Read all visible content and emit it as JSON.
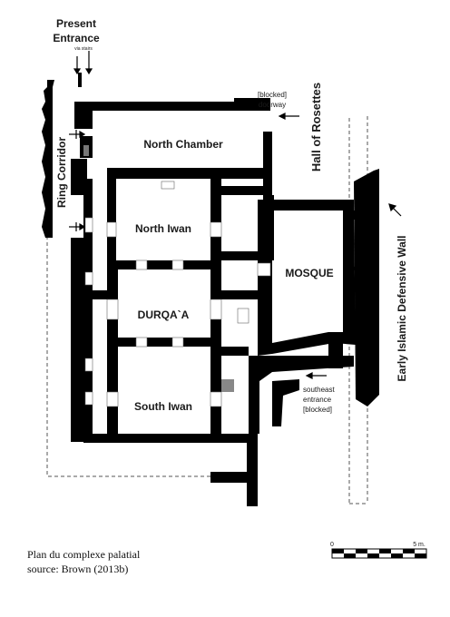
{
  "labels": {
    "present_entrance_1": "Present",
    "present_entrance_2": "Entrance",
    "via_stairs": "via stairs",
    "blocked_doorway_1": "[blocked]",
    "blocked_doorway_2": "doorway",
    "hall_of_rosettes": "Hall of Rosettes",
    "ring_corridor": "Ring Corridor",
    "north_chamber": "North Chamber",
    "north_iwan": "North Iwan",
    "mosque": "MOSQUE",
    "durqaa": "DURQA`A",
    "south_iwan": "South Iwan",
    "southeast_1": "southeast",
    "southeast_2": "entrance",
    "southeast_3": "[blocked]",
    "defensive_wall": "Early Islamic Defensive Wall"
  },
  "scale": {
    "zero": "0",
    "max": "5 m."
  },
  "caption": {
    "line1": "Plan du complexe palatial",
    "line2": "source: Brown (2013b)"
  }
}
